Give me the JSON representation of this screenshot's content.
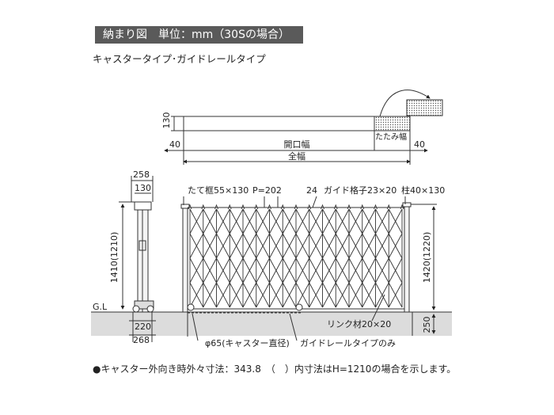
{
  "header": {
    "title": "納まり図　単位：mm（30Sの場合）",
    "subtitle": "キャスタータイプ･ガイドレールタイプ"
  },
  "plan_view": {
    "height_label": "130",
    "left_margin": "40",
    "right_margin": "40",
    "opening_label": "開口幅",
    "folded_label": "たたみ幅",
    "overall_label": "全幅"
  },
  "side_view": {
    "width_top": "258",
    "width_post": "130",
    "height_label": "1410(1210)",
    "ground_label": "G.L",
    "base_width": "220",
    "overall_base": "268"
  },
  "front_view": {
    "frame_label": "たて框55×130",
    "pitch_label": "P=202",
    "count_label": "24",
    "guide_label": "ガイド格子23×20",
    "post_label": "柱40×130",
    "height_label": "1420(1220)",
    "depth_label": "250",
    "link_label": "リンク材20×20",
    "caster_label": "φ65(キャスター直径)",
    "guide_rail_label": "ガイドレールタイプのみ"
  },
  "notes": {
    "footnote": "●キャスター外向き時外々寸法：343.8　（　）内寸法はH=1210の場合を示します。"
  }
}
